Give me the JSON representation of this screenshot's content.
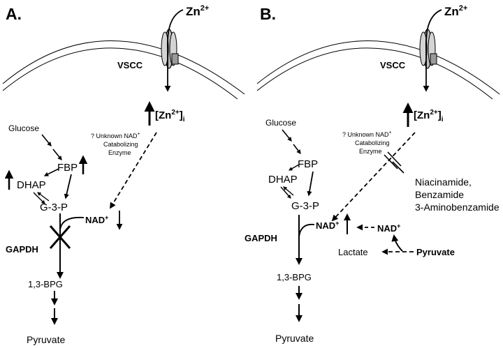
{
  "panel_a": {
    "letter": "A.",
    "zn_ion": "Zn",
    "zn_charge": "2+",
    "vscc": "VSCC",
    "zn_i_open": "[Zn",
    "zn_i_charge": "2+",
    "zn_i_close": "]",
    "zn_i_sub": "i",
    "unknown_line1": "? Unknown NAD",
    "unknown_plus": "+",
    "unknown_line2": "Catabolizing",
    "unknown_line3": "Enzyme",
    "glucose": "Glucose",
    "fbp": "FBP",
    "dhap": "DHAP",
    "g3p": "G-3-P",
    "nad": "NAD",
    "nad_plus": "+",
    "gapdh": "GAPDH",
    "bpg": "1,3-BPG",
    "pyruvate": "Pyruvate"
  },
  "panel_b": {
    "letter": "B.",
    "zn_ion": "Zn",
    "zn_charge": "2+",
    "vscc": "VSCC",
    "zn_i_open": "[Zn",
    "zn_i_charge": "2+",
    "zn_i_close": "]",
    "zn_i_sub": "i",
    "unknown_line1": "? Unknown NAD",
    "unknown_plus": "+",
    "unknown_line2": "Catabolizing",
    "unknown_line3": "Enzyme",
    "glucose": "Glucose",
    "fbp": "FBP",
    "dhap": "DHAP",
    "g3p": "G-3-P",
    "nad": "NAD",
    "nad_plus": "+",
    "nad2": "NAD",
    "nad2_plus": "+",
    "inhibitor1": "Niacinamide,",
    "inhibitor2": "Benzamide",
    "inhibitor3": "3-Aminobenzamide",
    "gapdh": "GAPDH",
    "lactate": "Lactate",
    "pyruvate_in": "Pyruvate",
    "bpg": "1,3-BPG",
    "pyruvate": "Pyruvate"
  }
}
